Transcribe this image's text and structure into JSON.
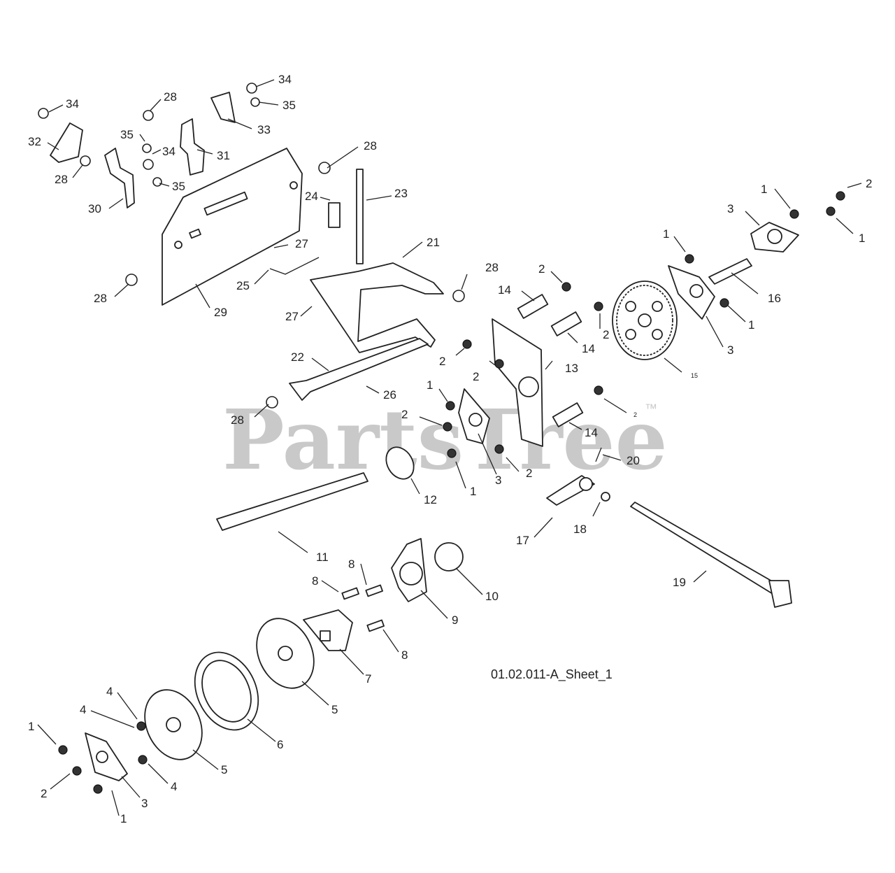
{
  "watermark": {
    "text": "PartsTree",
    "trademark": "™"
  },
  "sheet_label": "01.02.011-A_Sheet_1",
  "callouts": [
    {
      "id": "c34a",
      "num": "34"
    },
    {
      "id": "c34b",
      "num": "34"
    },
    {
      "id": "c34c",
      "num": "34"
    },
    {
      "id": "c35a",
      "num": "35"
    },
    {
      "id": "c35b",
      "num": "35"
    },
    {
      "id": "c35c",
      "num": "35"
    },
    {
      "id": "c32",
      "num": "32"
    },
    {
      "id": "c28a",
      "num": "28"
    },
    {
      "id": "c28b",
      "num": "28"
    },
    {
      "id": "c28c",
      "num": "28"
    },
    {
      "id": "c28d",
      "num": "28"
    },
    {
      "id": "c28e",
      "num": "28"
    },
    {
      "id": "c28f",
      "num": "28"
    },
    {
      "id": "c33",
      "num": "33"
    },
    {
      "id": "c31",
      "num": "31"
    },
    {
      "id": "c30",
      "num": "30"
    },
    {
      "id": "c29",
      "num": "29"
    },
    {
      "id": "c24",
      "num": "24"
    },
    {
      "id": "c23",
      "num": "23"
    },
    {
      "id": "c27a",
      "num": "27"
    },
    {
      "id": "c27b",
      "num": "27"
    },
    {
      "id": "c25",
      "num": "25"
    },
    {
      "id": "c21",
      "num": "21"
    },
    {
      "id": "c22",
      "num": "22"
    },
    {
      "id": "c26",
      "num": "26"
    },
    {
      "id": "c2a",
      "num": "2"
    },
    {
      "id": "c2b",
      "num": "2"
    },
    {
      "id": "c2c",
      "num": "2"
    },
    {
      "id": "c2d",
      "num": "2"
    },
    {
      "id": "c2e",
      "num": "2"
    },
    {
      "id": "c2f",
      "num": "2"
    },
    {
      "id": "c2g",
      "num": "2"
    },
    {
      "id": "c2h",
      "num": "2"
    },
    {
      "id": "c2i",
      "num": "2"
    },
    {
      "id": "c1a",
      "num": "1"
    },
    {
      "id": "c1b",
      "num": "1"
    },
    {
      "id": "c1c",
      "num": "1"
    },
    {
      "id": "c1d",
      "num": "1"
    },
    {
      "id": "c1e",
      "num": "1"
    },
    {
      "id": "c1f",
      "num": "1"
    },
    {
      "id": "c1g",
      "num": "1"
    },
    {
      "id": "c1h",
      "num": "1"
    },
    {
      "id": "c3a",
      "num": "3"
    },
    {
      "id": "c3b",
      "num": "3"
    },
    {
      "id": "c3c",
      "num": "3"
    },
    {
      "id": "c3d",
      "num": "3"
    },
    {
      "id": "c16",
      "num": "16"
    },
    {
      "id": "c14a",
      "num": "14"
    },
    {
      "id": "c14b",
      "num": "14"
    },
    {
      "id": "c14c",
      "num": "14"
    },
    {
      "id": "c15",
      "num": "15"
    },
    {
      "id": "c13",
      "num": "13"
    },
    {
      "id": "c20",
      "num": "20"
    },
    {
      "id": "c12",
      "num": "12"
    },
    {
      "id": "c17",
      "num": "17"
    },
    {
      "id": "c18",
      "num": "18"
    },
    {
      "id": "c19",
      "num": "19"
    },
    {
      "id": "c11",
      "num": "11"
    },
    {
      "id": "c10",
      "num": "10"
    },
    {
      "id": "c9",
      "num": "9"
    },
    {
      "id": "c8a",
      "num": "8"
    },
    {
      "id": "c8b",
      "num": "8"
    },
    {
      "id": "c8c",
      "num": "8"
    },
    {
      "id": "c7",
      "num": "7"
    },
    {
      "id": "c6",
      "num": "6"
    },
    {
      "id": "c5a",
      "num": "5"
    },
    {
      "id": "c5b",
      "num": "5"
    },
    {
      "id": "c4a",
      "num": "4"
    },
    {
      "id": "c4b",
      "num": "4"
    },
    {
      "id": "c4c",
      "num": "4"
    }
  ]
}
